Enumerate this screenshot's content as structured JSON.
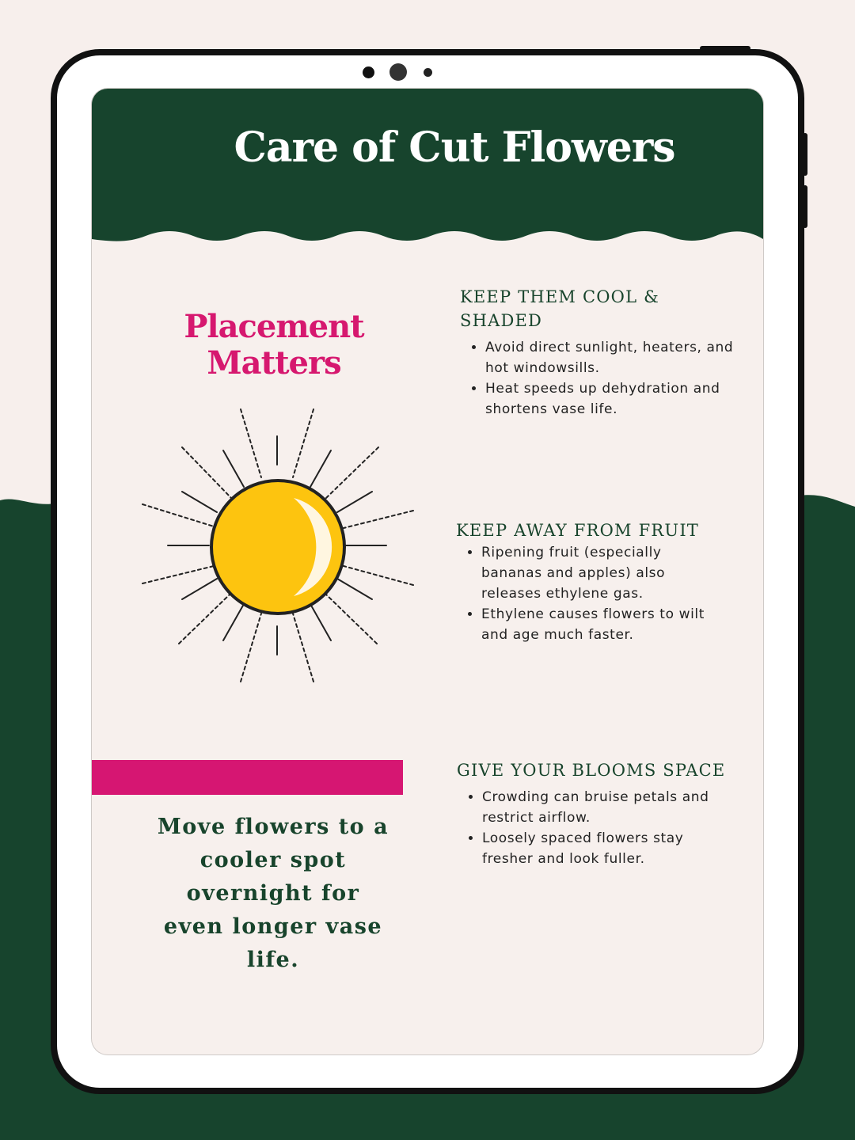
{
  "colors": {
    "dark_green": "#17442d",
    "cream": "#f7efec",
    "pink": "#d6186f",
    "sun_yellow": "#fdc40f"
  },
  "header": {
    "title": "Care of Cut Flowers"
  },
  "left": {
    "heading": "Placement Matters",
    "illustration": "sun-icon",
    "tip": "Move flowers to a cooler spot overnight for even longer vase life."
  },
  "sections": [
    {
      "heading": "KEEP THEM COOL & SHADED",
      "bullets": [
        "Avoid direct sunlight, heaters, and hot windowsills.",
        "Heat speeds up dehydration and shortens vase life."
      ]
    },
    {
      "heading": "KEEP AWAY FROM FRUIT",
      "bullets": [
        "Ripening fruit (especially bananas and apples) also releases ethylene gas.",
        "Ethylene causes flowers to wilt and age much faster."
      ]
    },
    {
      "heading": "GIVE YOUR BLOOMS SPACE",
      "bullets": [
        "Crowding can bruise petals and restrict airflow.",
        "Loosely spaced flowers stay fresher and look fuller."
      ]
    }
  ]
}
